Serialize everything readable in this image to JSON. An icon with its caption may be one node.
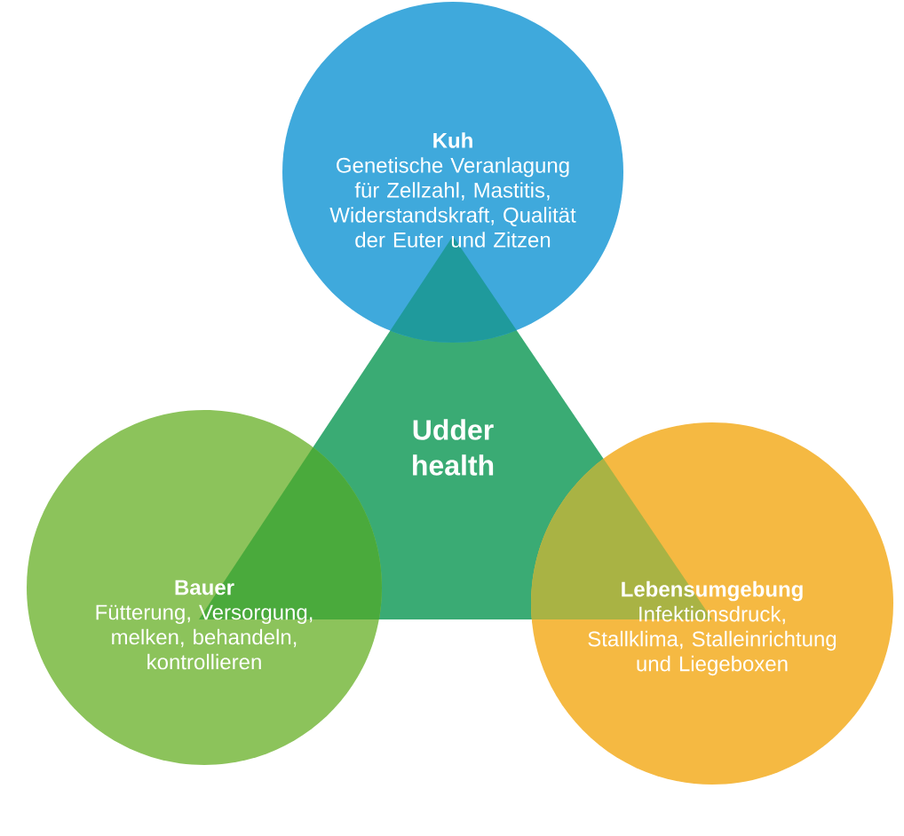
{
  "diagram": {
    "nodes": [
      {
        "text": [
          "Udder health"
        ]
      },
      {
        "text": [
          "Kuh",
          "Genetische Veranlagung für Zellzahl, Mastitis, Widerstandskraft, Qualität der Euter und Zitzen"
        ]
      },
      {
        "text": [
          "Bauer",
          "Fütterung, Versorgung, melken, behandeln, kontrollieren"
        ]
      },
      {
        "text": [
          "Lebensumgebung",
          "Infektionsdruck, Stallklima, Stalleinrichtung und Liegeboxen"
        ]
      }
    ]
  }
}
